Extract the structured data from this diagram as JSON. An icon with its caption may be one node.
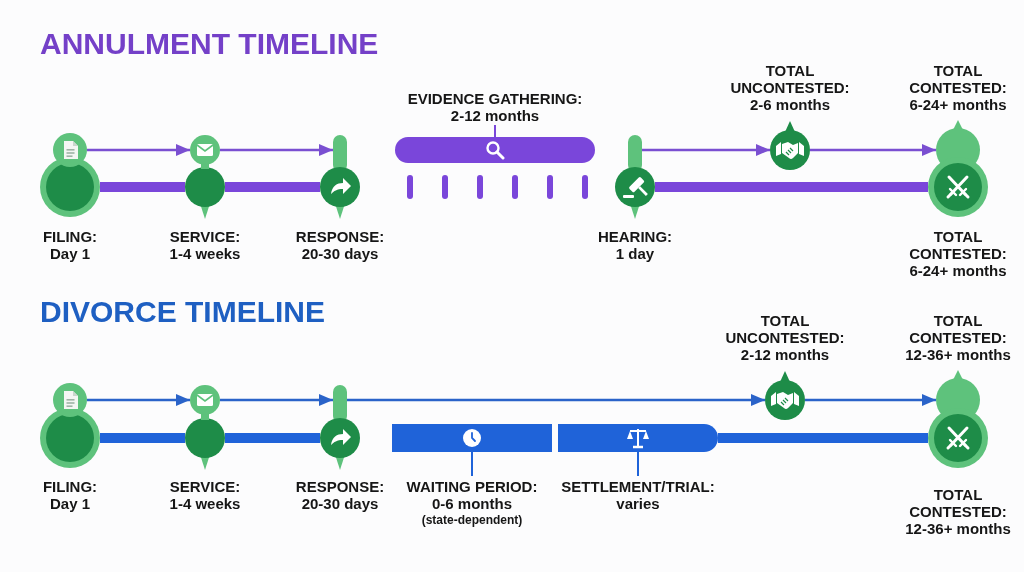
{
  "diagram": {
    "nodes": [
      {
        "text": [
          "FILING: Day 1"
        ]
      },
      {
        "text": [
          "SERVICE: 1-4 weeks"
        ]
      },
      {
        "text": [
          "RESPONSE: 20-30 days"
        ]
      },
      {
        "text": [
          "EVIDENCE GATHERING: 2-12 months"
        ]
      },
      {
        "text": [
          "HEARING: 1 day"
        ]
      },
      {
        "text": [
          "TOTAL UNCONTESTED: 2-6 months"
        ]
      },
      {
        "text": [
          "TOTAL CONTESTED: 6-24+ months",
          "TOTAL CONTESTED: 6-24+ months"
        ]
      },
      {
        "text": [
          "FILING: Day 1"
        ]
      },
      {
        "text": [
          "SERVICE: 1-4 weeks"
        ]
      },
      {
        "text": [
          "RESPONSE: 20-30 days"
        ]
      },
      {
        "text": [
          "WAITING PERIOD: 0-6 months",
          "(state-dependent)"
        ]
      },
      {
        "text": [
          "SETTLEMENT/TRIAL: varies"
        ]
      },
      {
        "text": [
          "TOTAL UNCONTESTED: 2-12 months"
        ]
      },
      {
        "text": [
          "TOTAL CONTESTED: 12-36+ months",
          "TOTAL CONTESTED: 12-36+ months"
        ]
      }
    ],
    "edges": [
      {
        "from": 0,
        "to": 1,
        "arrow": "to",
        "color": "#7a4fd1"
      },
      {
        "from": 0,
        "to": 1,
        "arrow": "none",
        "style": "thick",
        "color": "#7a46da"
      },
      {
        "from": 1,
        "to": 2,
        "arrow": "to",
        "color": "#7a4fd1"
      },
      {
        "from": 1,
        "to": 2,
        "arrow": "none",
        "style": "thick",
        "color": "#7a46da"
      },
      {
        "from": 4,
        "to": 5,
        "arrow": "to",
        "color": "#7a4fd1"
      },
      {
        "from": 4,
        "to": 6,
        "arrow": "none",
        "style": "thick",
        "color": "#7a46da"
      },
      {
        "from": 5,
        "to": 6,
        "arrow": "to",
        "color": "#7a4fd1"
      },
      {
        "from": 7,
        "to": 8,
        "arrow": "to",
        "color": "#2a63c9"
      },
      {
        "from": 7,
        "to": 8,
        "arrow": "none",
        "style": "thick",
        "color": "#1f63d9"
      },
      {
        "from": 8,
        "to": 9,
        "arrow": "to",
        "color": "#2a63c9"
      },
      {
        "from": 8,
        "to": 9,
        "arrow": "none",
        "style": "thick",
        "color": "#1f63d9"
      },
      {
        "from": 9,
        "to": 12,
        "arrow": "to",
        "color": "#2a63c9"
      },
      {
        "from": 11,
        "to": 13,
        "arrow": "none",
        "style": "thick",
        "color": "#1f63d9"
      },
      {
        "from": 12,
        "to": 13,
        "arrow": "to",
        "color": "#2a63c9"
      }
    ],
    "labels": [
      "ANNULMENT TIMELINE",
      "DIVORCE TIMELINE"
    ]
  }
}
